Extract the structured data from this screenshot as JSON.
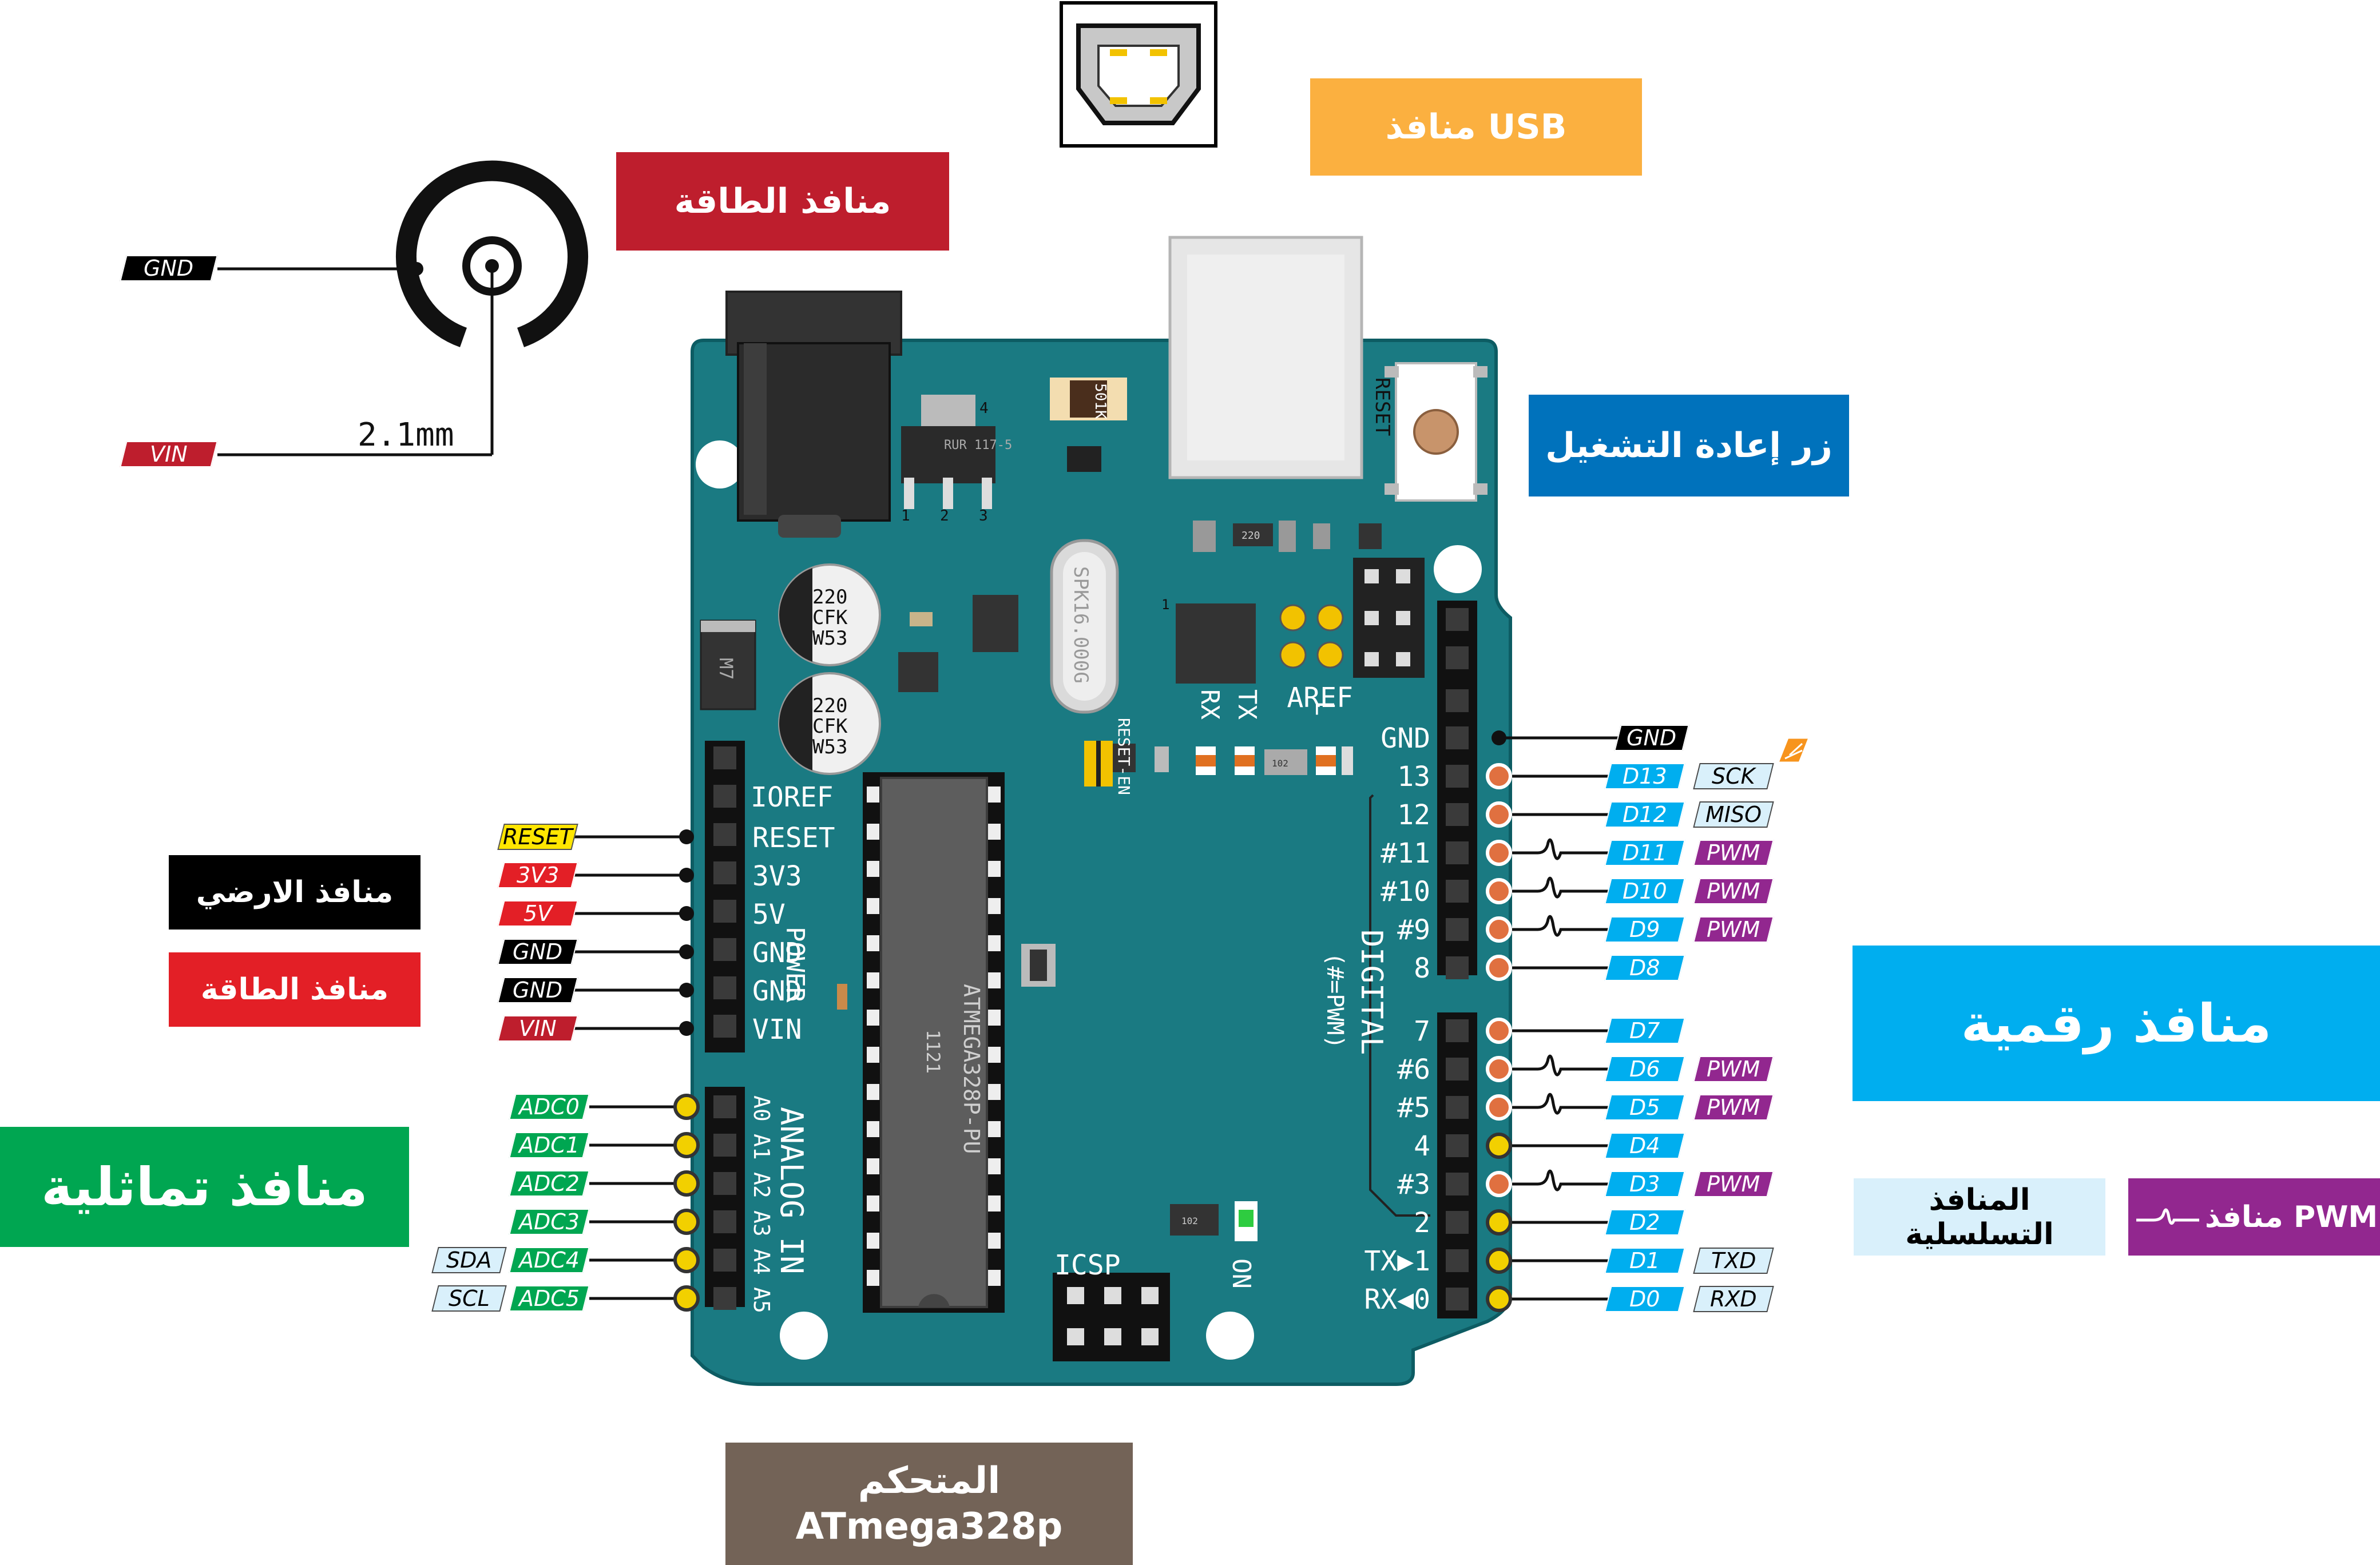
{
  "titles": {
    "usb": "منافذ USB",
    "power_top": "منافذ الطاقة",
    "reset": "زر إعادة التشغيل",
    "ground": "منافذ الارضي",
    "power_left": "منافذ الطاقة",
    "analog": "منافذ تماثلية",
    "digital": "منافذ رقمية",
    "serial": "المنافذ التسلسلية",
    "pwm_legend": "منافذ PWM",
    "controller_line1": "المتحكم",
    "controller_line2": "ATmega328p"
  },
  "jack": {
    "gnd": "GND",
    "vin": "VIN",
    "size": "2.1mm"
  },
  "power_pins": [
    {
      "label": "RESET",
      "header": "RESET"
    },
    {
      "label": "3V3",
      "header": "3V3"
    },
    {
      "label": "5V",
      "header": "5V"
    },
    {
      "label": "GND",
      "header": "GND"
    },
    {
      "label": "GND",
      "header": "GND"
    },
    {
      "label": "VIN",
      "header": "VIN"
    }
  ],
  "analog_pins": [
    {
      "label": "ADC0",
      "header": "A0",
      "extra": ""
    },
    {
      "label": "ADC1",
      "header": "A1",
      "extra": ""
    },
    {
      "label": "ADC2",
      "header": "A2",
      "extra": ""
    },
    {
      "label": "ADC3",
      "header": "A3",
      "extra": ""
    },
    {
      "label": "ADC4",
      "header": "A4",
      "extra": "SDA"
    },
    {
      "label": "ADC5",
      "header": "A5",
      "extra": "SCL"
    }
  ],
  "digital_top": [
    {
      "label": "GND",
      "header": "GND",
      "pwm": false,
      "extra": ""
    },
    {
      "label": "D13",
      "header": "13",
      "pwm": false,
      "extra": "SCK"
    },
    {
      "label": "D12",
      "header": "12",
      "pwm": false,
      "extra": "MISO"
    },
    {
      "label": "D11",
      "header": "#11",
      "pwm": true,
      "extra": ""
    },
    {
      "label": "D10",
      "header": "#10",
      "pwm": true,
      "extra": ""
    },
    {
      "label": "D9",
      "header": "#9",
      "pwm": true,
      "extra": ""
    },
    {
      "label": "D8",
      "header": "8",
      "pwm": false,
      "extra": ""
    }
  ],
  "digital_bottom": [
    {
      "label": "D7",
      "header": "7",
      "pwm": false,
      "extra": ""
    },
    {
      "label": "D6",
      "header": "#6",
      "pwm": true,
      "extra": ""
    },
    {
      "label": "D5",
      "header": "#5",
      "pwm": true,
      "extra": ""
    },
    {
      "label": "D4",
      "header": "4",
      "pwm": false,
      "extra": ""
    },
    {
      "label": "D3",
      "header": "#3",
      "pwm": true,
      "extra": ""
    },
    {
      "label": "D2",
      "header": "2",
      "pwm": false,
      "extra": ""
    },
    {
      "label": "D1",
      "header": "TX▶1",
      "pwm": false,
      "extra": "TXD"
    },
    {
      "label": "D0",
      "header": "RX◀0",
      "pwm": false,
      "extra": "RXD"
    }
  ],
  "pwm_tag": "PWM",
  "board_text": {
    "header_top": [
      "IOREF"
    ],
    "aref": "AREF",
    "power_label": "POWER",
    "analog_label": "ANALOG IN",
    "digital_label": "DIGITAL",
    "digital_sub": "(#=PWM)",
    "icsp": "ICSP",
    "on": "ON",
    "tx": "TX",
    "rx": "RX",
    "l": "L",
    "reset_vertical": "RESET",
    "reset_en": "RESET-EN",
    "cap1": [
      "220",
      "CFK",
      "W53"
    ],
    "cap2": [
      "220",
      "CFK",
      "W53"
    ],
    "resistor_501k": "501K",
    "crystal": "SPK16.000G",
    "chip_main": "ATMEGA328P-PU",
    "chip_code": "1121",
    "regulator": "RUR 117-5",
    "m7": "M7",
    "r220": "220",
    "r102a": "102",
    "r102b": "102",
    "reg_pins": [
      "1",
      "2",
      "3"
    ],
    "reg_pin4": "4",
    "pin1": "1"
  },
  "colors": {
    "board": "#1a7a82",
    "board_dark": "#0f5f66",
    "usb": "#fbb040",
    "power": "#be1e2d",
    "reset": "#0072bc",
    "ground": "#000000",
    "analog": "#00a651",
    "digital": "#00aeef",
    "serial": "#d9f0fb",
    "pwm": "#92278f",
    "controller": "#736357"
  }
}
